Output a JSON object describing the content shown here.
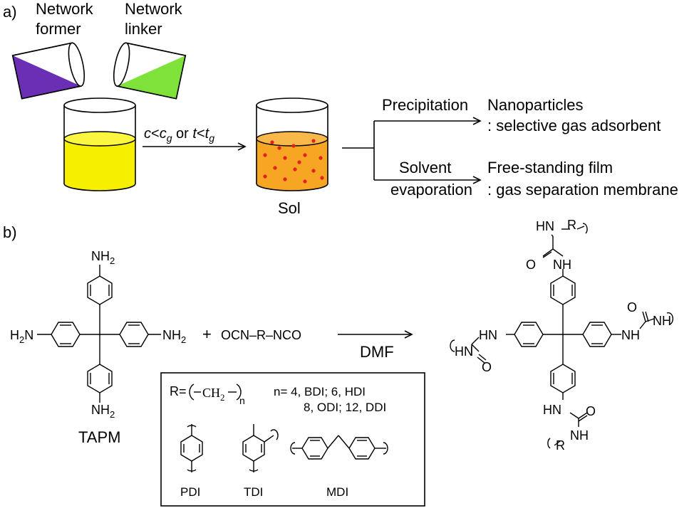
{
  "panel_a": {
    "label": "a)",
    "former_label": [
      "Network",
      "former"
    ],
    "linker_label": [
      "Network",
      "linker"
    ],
    "arrow_condition": {
      "c": "c",
      "lt": "<",
      "cg_main": "c",
      "cg_sub": "g",
      "or": " or ",
      "t": "t",
      "tg_main": "t",
      "tg_sub": "g"
    },
    "sol_label": "Sol",
    "branch_top": {
      "arrow_label": "Precipitation",
      "product": "Nanoparticles",
      "use": ": selective gas adsorbent"
    },
    "branch_bottom": {
      "arrow_label_1": "Solvent",
      "arrow_label_2": "evaporation",
      "product": "Free-standing film",
      "use": ": gas separation membrane"
    },
    "colors": {
      "former_liquid": "#6a2fb5",
      "linker_liquid": "#7ee23a",
      "beaker_solution": "#f6f000",
      "sol_solution": "#f6a623",
      "particles": "#e32020"
    }
  },
  "panel_b": {
    "label": "b)",
    "tapm": {
      "name": "TAPM",
      "nh2": "NH",
      "sub2": "2",
      "h2n": "H",
      "h2n_sub": "2",
      "n": "N"
    },
    "plus": "+",
    "diisocyanate": "OCN–R–NCO",
    "reaction_solvent": "DMF",
    "legend": {
      "r_eq": "R=",
      "ch2": "CH",
      "ch2_sub": "2",
      "n_sub": "n",
      "line1": "n= 4, BDI;  6, HDI",
      "line2": "8, ODI;  12, DDI",
      "pdi": "PDI",
      "tdi": "TDI",
      "mdi": "MDI"
    },
    "product": {
      "hn_r_top": "HN",
      "r": "R",
      "o": "O",
      "nh": "NH",
      "hn": "HN",
      "h": "H",
      "n": "N"
    }
  }
}
